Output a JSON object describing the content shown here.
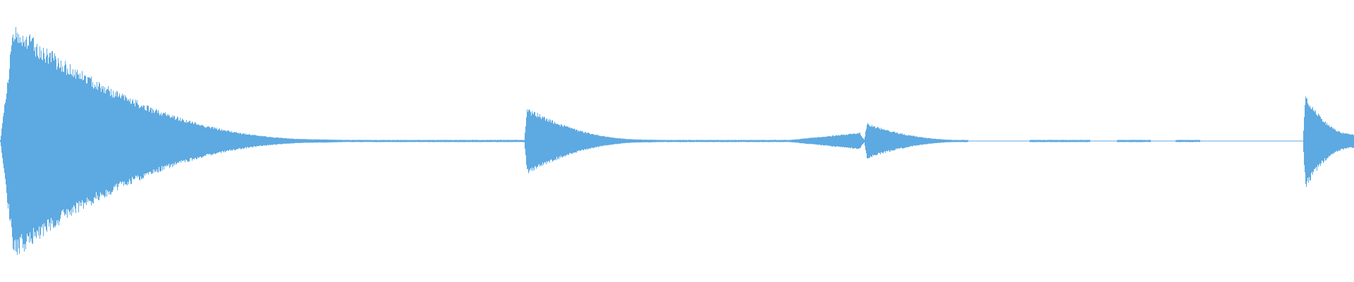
{
  "waveform": {
    "color": "#5DA9E1",
    "background": "#FFFFFF",
    "duration_fraction_visible": 1.0,
    "events": [
      {
        "name": "transient-1",
        "start": 0.0,
        "peak": 0.85,
        "attack": 0.01,
        "decay_end": 0.24,
        "floor": 0.012
      },
      {
        "name": "transient-2",
        "start": 0.387,
        "peak": 0.24,
        "attack": 0.002,
        "decay_end": 0.48,
        "floor": 0.01
      },
      {
        "name": "swell-3",
        "start": 0.575,
        "peak": 0.06,
        "attack": 0.06,
        "decay_end": 0.64,
        "floor": 0.006
      },
      {
        "name": "transient-4",
        "start": 0.638,
        "peak": 0.13,
        "attack": 0.002,
        "decay_end": 0.715,
        "floor": 0.006
      },
      {
        "name": "transient-5",
        "start": 0.962,
        "peak": 0.34,
        "attack": 0.002,
        "decay_end": 1.0,
        "floor": 0.05
      }
    ],
    "silence_gaps": [
      [
        0.715,
        0.76
      ],
      [
        0.805,
        0.825
      ],
      [
        0.85,
        0.868
      ],
      [
        0.886,
        0.962
      ]
    ],
    "noise_floor": 0.008
  }
}
